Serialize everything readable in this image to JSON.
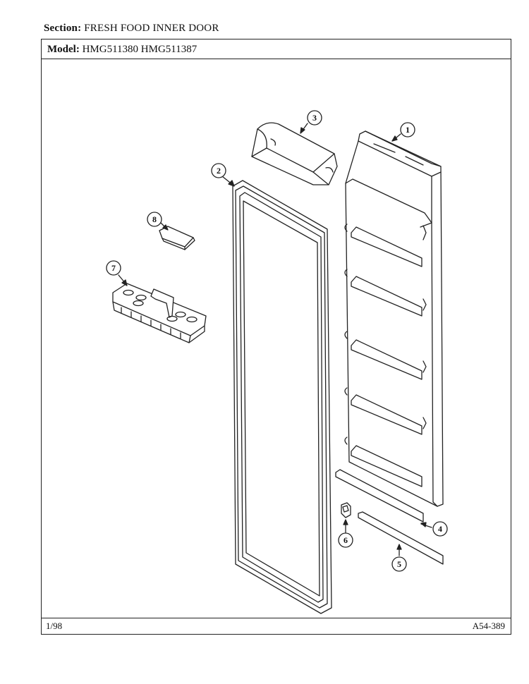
{
  "header": {
    "section_label": "Section:",
    "section_value": "FRESH FOOD INNER DOOR",
    "model_label": "Model:",
    "model_value": "HMG511380 HMG511387"
  },
  "footer": {
    "date": "1/98",
    "code": "A54-389"
  },
  "callouts": {
    "c1": "1",
    "c2": "2",
    "c3": "3",
    "c4": "4",
    "c5": "5",
    "c6": "6",
    "c7": "7",
    "c8": "8"
  }
}
